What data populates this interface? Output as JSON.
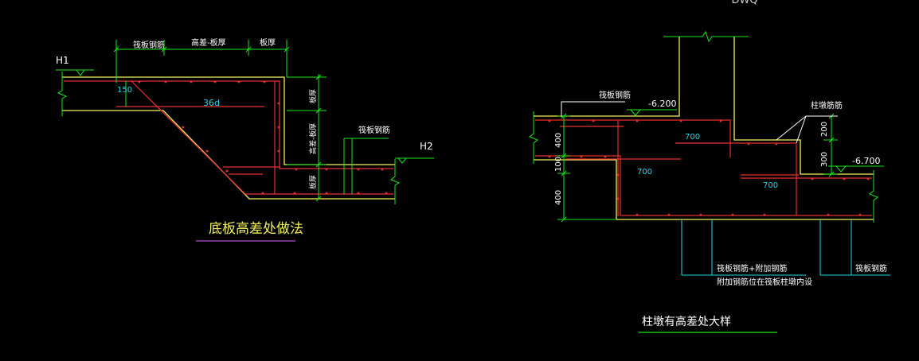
{
  "colors": {
    "background": "#000000",
    "slab_outline": "#f2f25a",
    "rebar": "#e83030",
    "dimension": "#18e818",
    "leader": "#ffffff",
    "annotation": "#27d6e6",
    "title_underline": "#b34dd1"
  },
  "top_label": "DWQ",
  "left": {
    "dim_top": [
      "筏板钢筋",
      "高差-板厚",
      "板厚"
    ],
    "level_h1": "H1",
    "level_h2": "H2",
    "dim_150": "150",
    "anchor_36d": "36d",
    "dim_right": [
      "板厚",
      "高差-板厚",
      "板厚"
    ],
    "rebar_note": "筏板钢筋",
    "title": "底板高差处做法"
  },
  "right": {
    "rebar_top_note": "筏板钢筋",
    "level_upper": "-6.200",
    "level_lower": "-6.700",
    "pier_note": "柱墩筋筋",
    "dim_200": "200",
    "dim_300": "300",
    "anchor_a": "700",
    "anchor_b": "700",
    "anchor_c": "700",
    "dim_left": [
      "400",
      "100",
      "400"
    ],
    "note_bottom_1": "筏板钢筋+附加钢筋",
    "note_bottom_2": "附加钢筋位在筏板柱墩内设",
    "note_bottom_3": "筏板钢筋",
    "title": "柱墩有高差处大样"
  }
}
